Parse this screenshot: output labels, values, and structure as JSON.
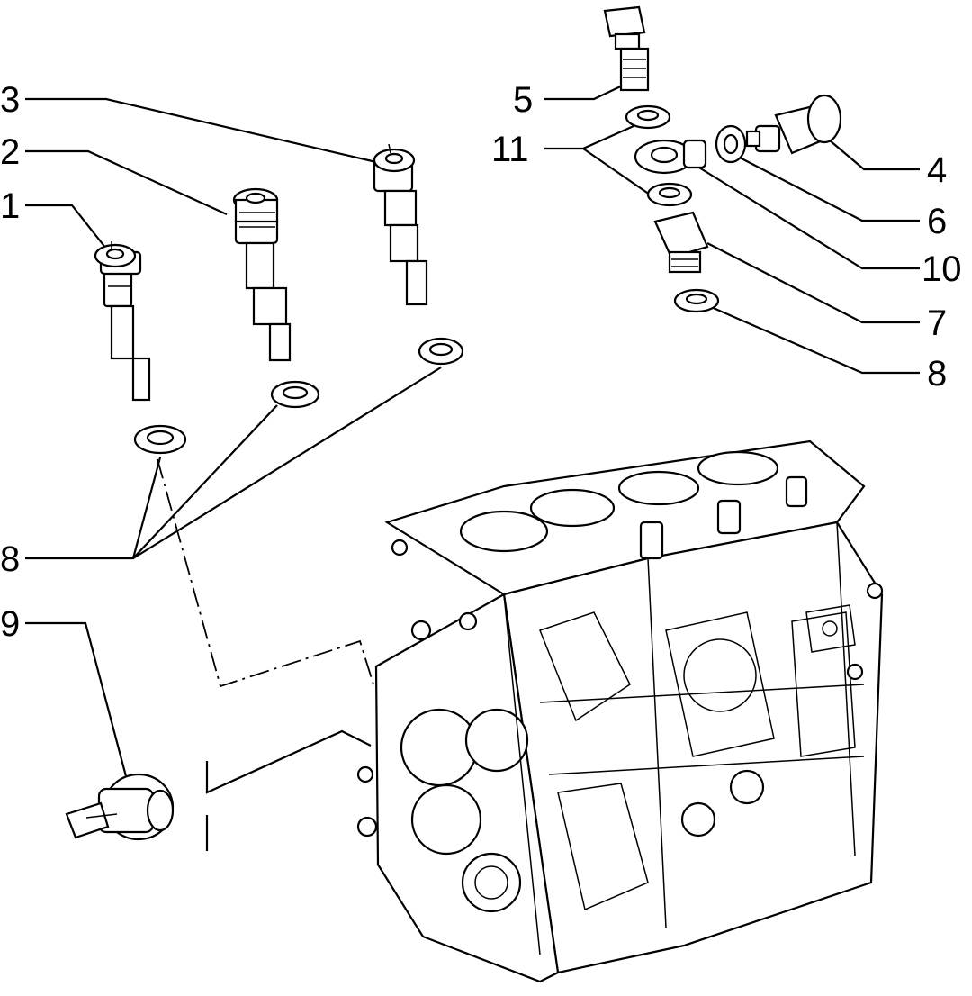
{
  "labels": {
    "n1": "1",
    "n2": "2",
    "n3": "3",
    "n4": "4",
    "n5": "5",
    "n6": "6",
    "n7": "7",
    "n8_right": "8",
    "n8_left": "8",
    "n9": "9",
    "n10": "10",
    "n11": "11"
  }
}
